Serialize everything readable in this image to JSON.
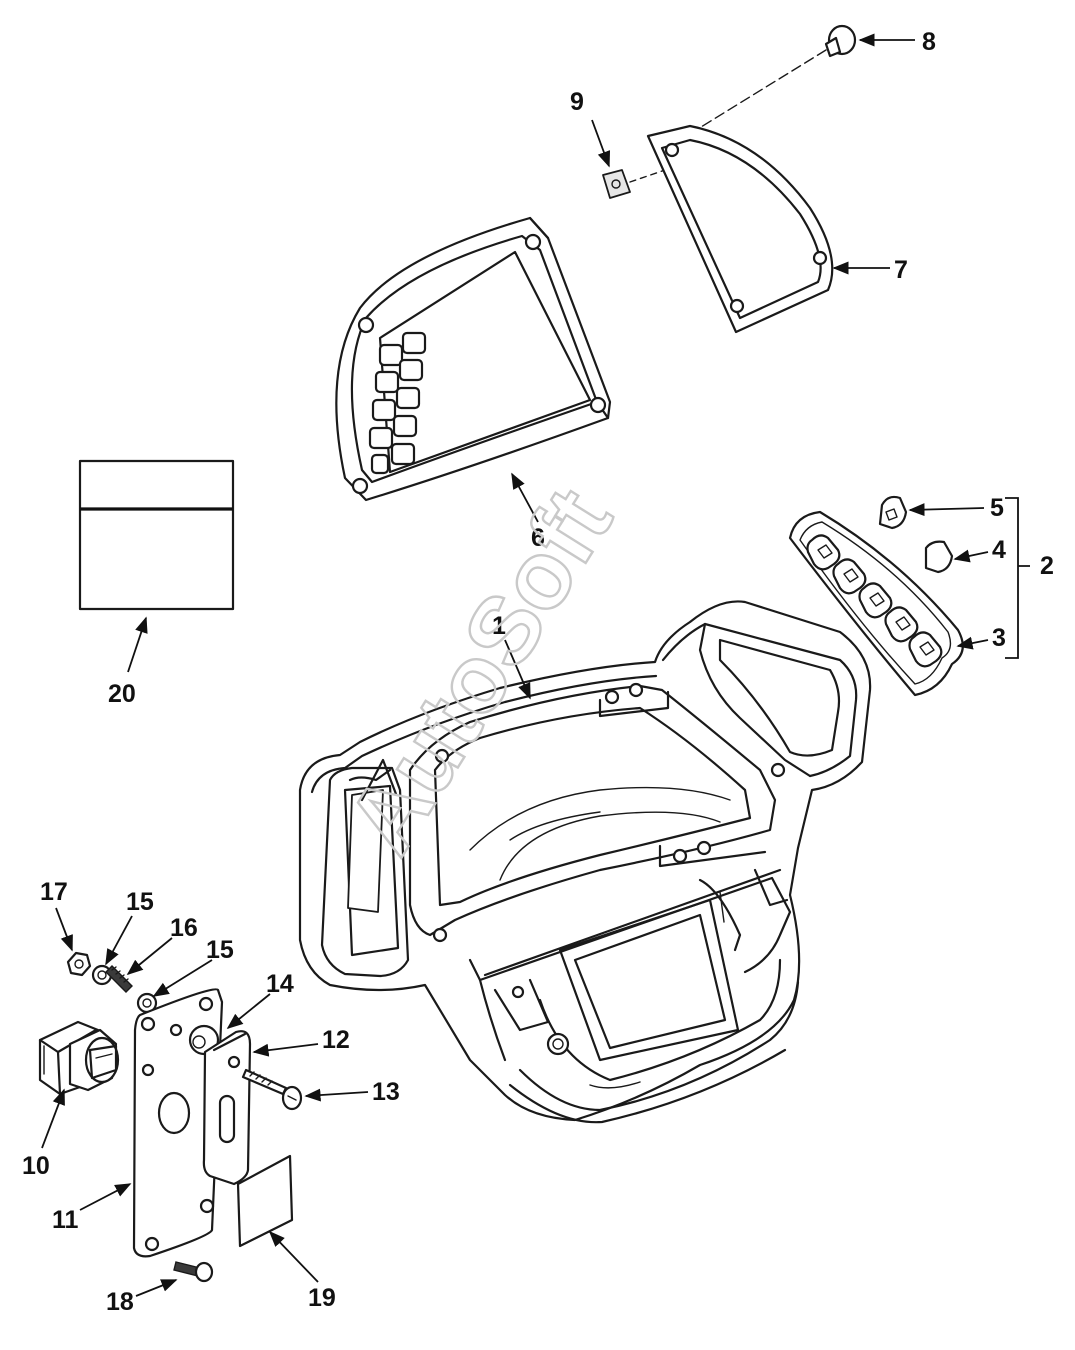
{
  "watermark": "AutoSoft",
  "callouts": [
    {
      "id": "1",
      "label": "1"
    },
    {
      "id": "2",
      "label": "2"
    },
    {
      "id": "3",
      "label": "3"
    },
    {
      "id": "4",
      "label": "4"
    },
    {
      "id": "5",
      "label": "5"
    },
    {
      "id": "6",
      "label": "6"
    },
    {
      "id": "7",
      "label": "7"
    },
    {
      "id": "8",
      "label": "8"
    },
    {
      "id": "9",
      "label": "9"
    },
    {
      "id": "10",
      "label": "10"
    },
    {
      "id": "11",
      "label": "11"
    },
    {
      "id": "12",
      "label": "12"
    },
    {
      "id": "13",
      "label": "13"
    },
    {
      "id": "14",
      "label": "14"
    },
    {
      "id": "15a",
      "label": "15"
    },
    {
      "id": "15b",
      "label": "15"
    },
    {
      "id": "16",
      "label": "16"
    },
    {
      "id": "17",
      "label": "17"
    },
    {
      "id": "18",
      "label": "18"
    },
    {
      "id": "19",
      "label": "19"
    },
    {
      "id": "20",
      "label": "20"
    }
  ]
}
